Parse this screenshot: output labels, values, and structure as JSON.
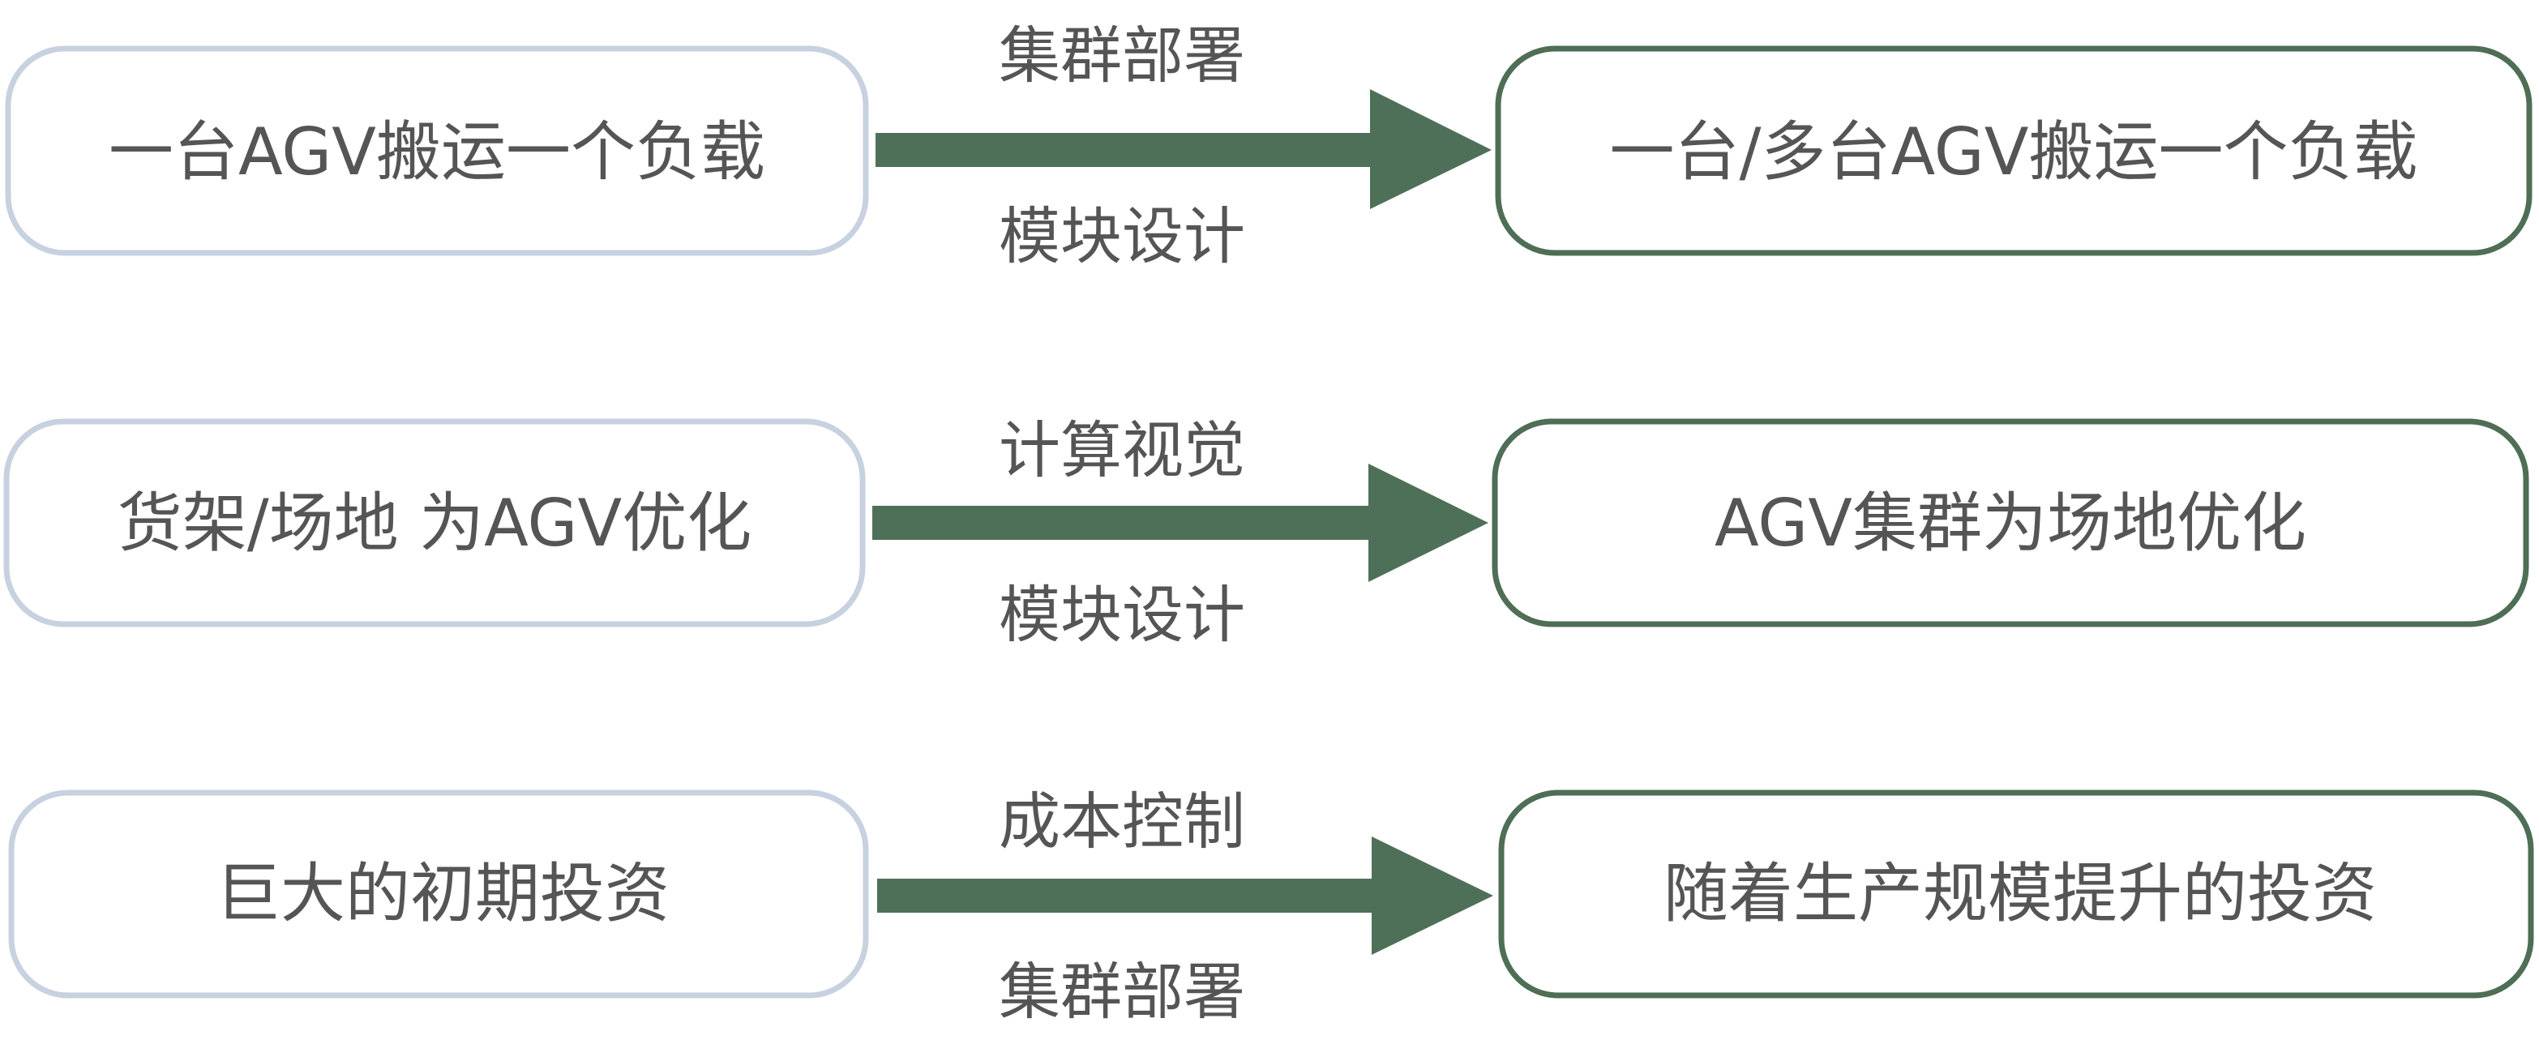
{
  "colors": {
    "left_box_border": "#c7d1df",
    "right_box_border": "#4e6e55",
    "arrow": "#4f7058",
    "text": "#555555"
  },
  "rows": [
    {
      "source": "一台AGV搬运一个负载",
      "target": "一台/多台AGV搬运一个负载",
      "label_above": "集群部署",
      "label_below": "模块设计"
    },
    {
      "source": "货架/场地 为AGV优化",
      "target": "AGV集群为场地优化",
      "label_above": "计算视觉",
      "label_below": "模块设计"
    },
    {
      "source": "巨大的初期投资",
      "target": "随着生产规模提升的投资",
      "label_above": "成本控制",
      "label_below": "集群部署"
    }
  ]
}
